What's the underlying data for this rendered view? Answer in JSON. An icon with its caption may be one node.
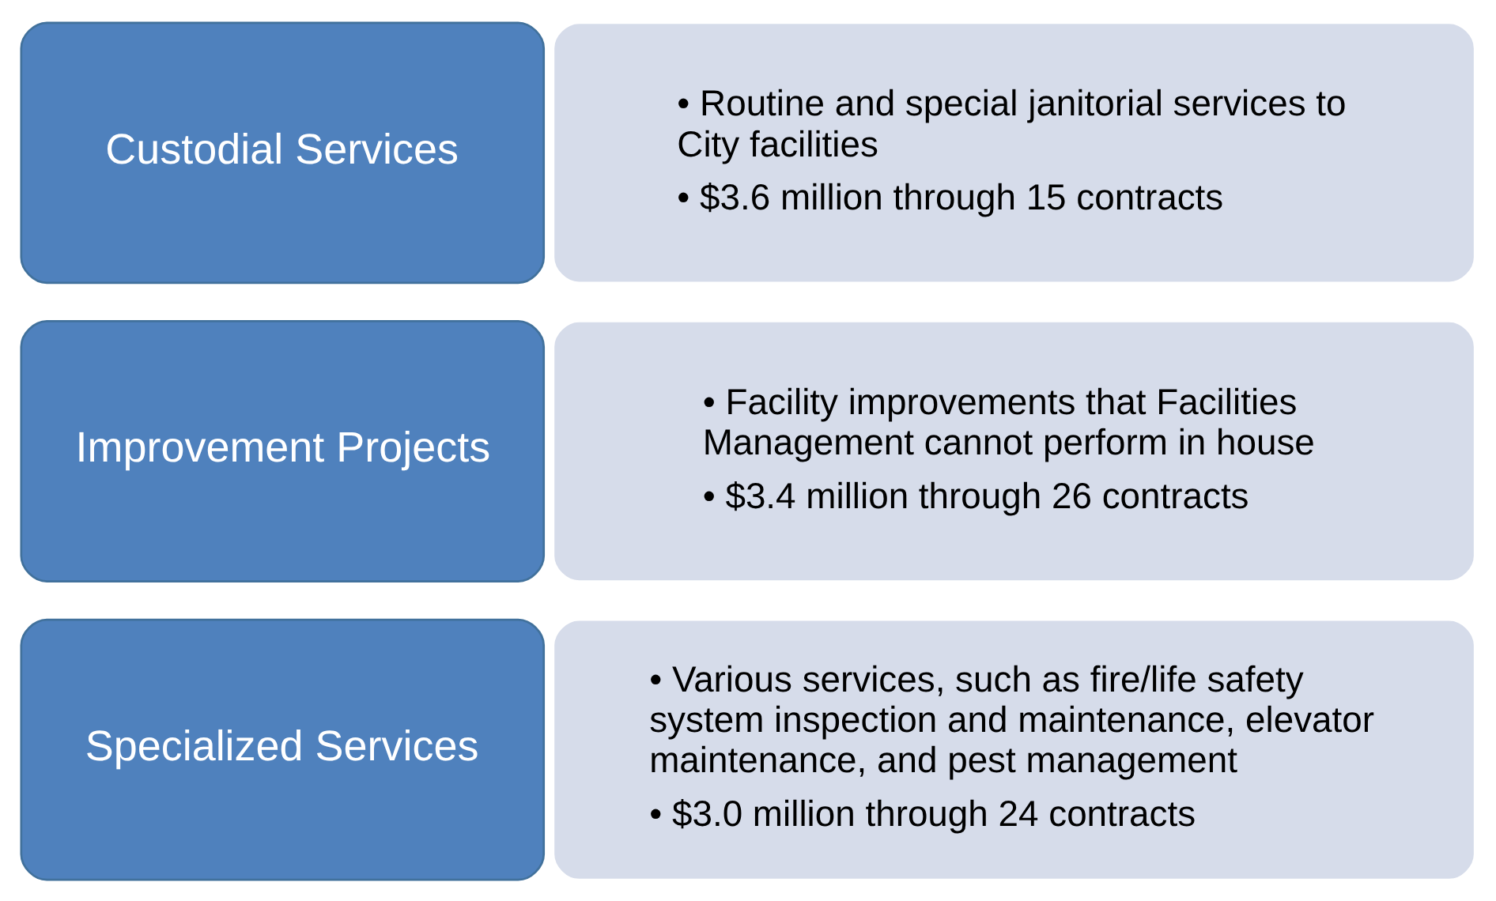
{
  "diagram": {
    "nodes": [
      {
        "text": [
          "Custodial Services"
        ]
      },
      {
        "text": [
          "• Routine and special janitorial services to City facilities",
          "• $3.6 million through 15 contracts"
        ]
      },
      {
        "text": [
          "Improvement Projects"
        ]
      },
      {
        "text": [
          "• Facility improvements that Facilities Management cannot perform in house",
          "• $3.4 million through 26 contracts"
        ]
      },
      {
        "text": [
          "Specialized Services"
        ]
      },
      {
        "text": [
          "• Various services, such as fire/life safety system inspection and maintenance, elevator maintenance, and pest management",
          "• $3.0 million through 24 contracts"
        ]
      }
    ],
    "edges": []
  }
}
